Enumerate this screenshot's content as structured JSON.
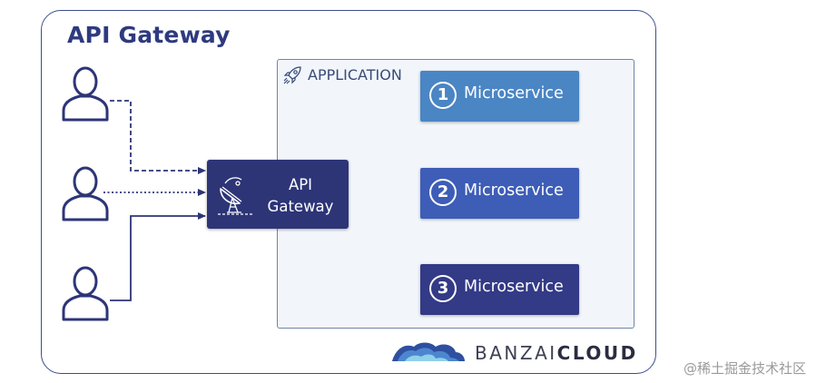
{
  "title": "API Gateway",
  "application": {
    "label": "APPLICATION",
    "icon": "rocket-icon"
  },
  "gateway": {
    "line1": "API",
    "line2": "Gateway",
    "icon": "antenna-icon"
  },
  "microservices": [
    {
      "number": "1",
      "label": "Microservice",
      "color": "#4a85c4"
    },
    {
      "number": "2",
      "label": "Microservice",
      "color": "#3d5db7"
    },
    {
      "number": "3",
      "label": "Microservice",
      "color": "#333a86"
    }
  ],
  "users": [
    {
      "icon": "user-icon",
      "connector": "dashed"
    },
    {
      "icon": "user-icon",
      "connector": "dotted"
    },
    {
      "icon": "user-icon",
      "connector": "solid"
    }
  ],
  "brand": {
    "name_light": "BANZAI",
    "name_bold": "CLOUD",
    "logo": "banzaicloud-logo"
  },
  "watermark": "@稀土掘金技术社区",
  "colors": {
    "navy": "#2d3577",
    "frame": "#3b4f8c",
    "arrow": "#2f74a8"
  }
}
